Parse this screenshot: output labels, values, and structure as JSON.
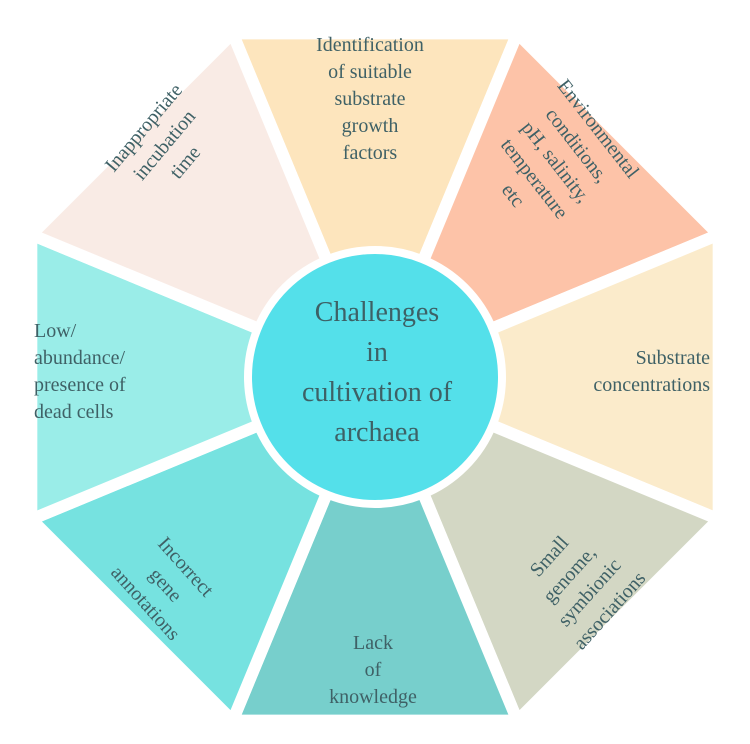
{
  "center": {
    "title": "Challenges\nin\ncultivation of\narchaea",
    "color": "#54e0ea"
  },
  "segments": [
    {
      "name": "identification",
      "label": "Identification\nof suitable\nsubstrate\ngrowth\nfactors",
      "color": "#fde5bd"
    },
    {
      "name": "environmental",
      "label": "Environmental\nconditions,\npH,  salinity,\ntemperature\netc",
      "color": "#fdc3a8"
    },
    {
      "name": "substrate-concentrations",
      "label": "Substrate\nconcentrations",
      "color": "#fbebcb"
    },
    {
      "name": "small-genome",
      "label": "Small\ngenome,\nsymbionic\nassociations",
      "color": "#d3d7c4"
    },
    {
      "name": "lack-of-knowledge",
      "label": "Lack\nof\nknowledge",
      "color": "#77cfcc"
    },
    {
      "name": "incorrect-gene",
      "label": "Incorrect\ngene\nannotations",
      "color": "#76e2e0"
    },
    {
      "name": "low-abundance",
      "label": "Low/\nabundance/\npresence of\ndead cells",
      "color": "#9aede8"
    },
    {
      "name": "incubation",
      "label": "Inappropriate\nincubation\ntime",
      "color": "#f9ebe5"
    }
  ]
}
